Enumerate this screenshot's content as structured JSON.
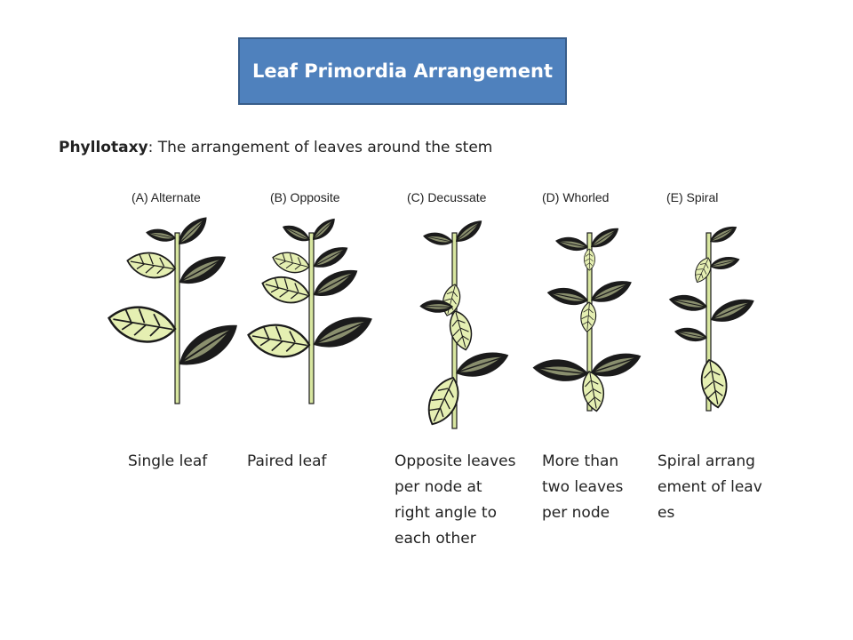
{
  "title": "Leaf Primordia Arrangement",
  "subtitle": {
    "term": "Phyllotaxy",
    "definition": ": The arrangement of leaves around the stem"
  },
  "panels": [
    {
      "label": "(A)  Alternate",
      "caption": "Single leaf"
    },
    {
      "label": "(B)  Opposite",
      "caption": "Paired leaf"
    },
    {
      "label": "(C)  Decussate",
      "caption": "Opposite leaves per node at right angle to each other"
    },
    {
      "label": "(D)  Whorled",
      "caption": "More than two leaves per node"
    },
    {
      "label": "(E)  Spiral",
      "caption": "Spiral arrangement of leaves"
    }
  ],
  "colors": {
    "title_fill": "#4f81bd",
    "leaf_fill": "#e5efb2",
    "leaf_dark": "#1b1b1b",
    "stem": "#d8e6a0"
  }
}
